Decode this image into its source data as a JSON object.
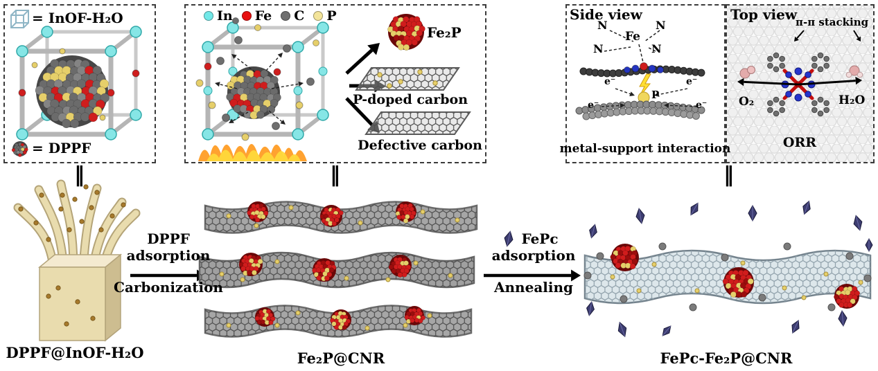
{
  "colors": {
    "in_atom": "#72e8e8",
    "fe_atom": "#e81010",
    "c_atom": "#6f6f6f",
    "p_atom": "#f3e49a",
    "fepc_crystal": "#3d3d70",
    "fe2p_particle": "#c41414",
    "ribbon_grey": "#a6a6a6",
    "ribbon_light": "#dde7eb"
  },
  "legend_box": {
    "inof_label": "= InOF-H₂O",
    "dppf_label": "= DPPF"
  },
  "pyrolysis_box": {
    "legend": [
      {
        "symbol": "In",
        "color": "#72e8e8"
      },
      {
        "symbol": "Fe",
        "color": "#e81010"
      },
      {
        "symbol": "C",
        "color": "#6f6f6f"
      },
      {
        "symbol": "P",
        "color": "#f3e49a"
      }
    ],
    "products": {
      "fe2p": "Fe₂P",
      "p_doped": "P-doped carbon",
      "defective": "Defective carbon"
    }
  },
  "mechanism_box": {
    "side_view_title": "Side view",
    "top_view_title": "Top view",
    "n_top_left": "N",
    "n_top_right": "N",
    "n_mid_left": "N",
    "n_mid_right": "N",
    "fe_label": "Fe",
    "p_label": "P",
    "e_left_top": "e⁻",
    "e_left_bottom": "e⁻",
    "e_right_top": "e⁻",
    "e_right_bottom": "e⁻",
    "msi_label": "metal-support interaction",
    "pipi_label": "π-π stacking",
    "o2_label": "O₂",
    "h2o_label": "H₂O",
    "orr_label": "ORR"
  },
  "connectors": {
    "eq1": "‖",
    "eq2": "‖",
    "eq3": "‖"
  },
  "flow": {
    "step1_reagent": "DPPF",
    "step1_process": "adsorption",
    "step1_process2": "Carbonization",
    "step2_reagent": "FePc",
    "step2_process": "adsorption",
    "step2_process2": "Annealing"
  },
  "structures": {
    "left_label": "DPPF@InOF-H₂O",
    "middle_label": "Fe₂P@CNR",
    "right_label": "FePc-Fe₂P@CNR"
  }
}
